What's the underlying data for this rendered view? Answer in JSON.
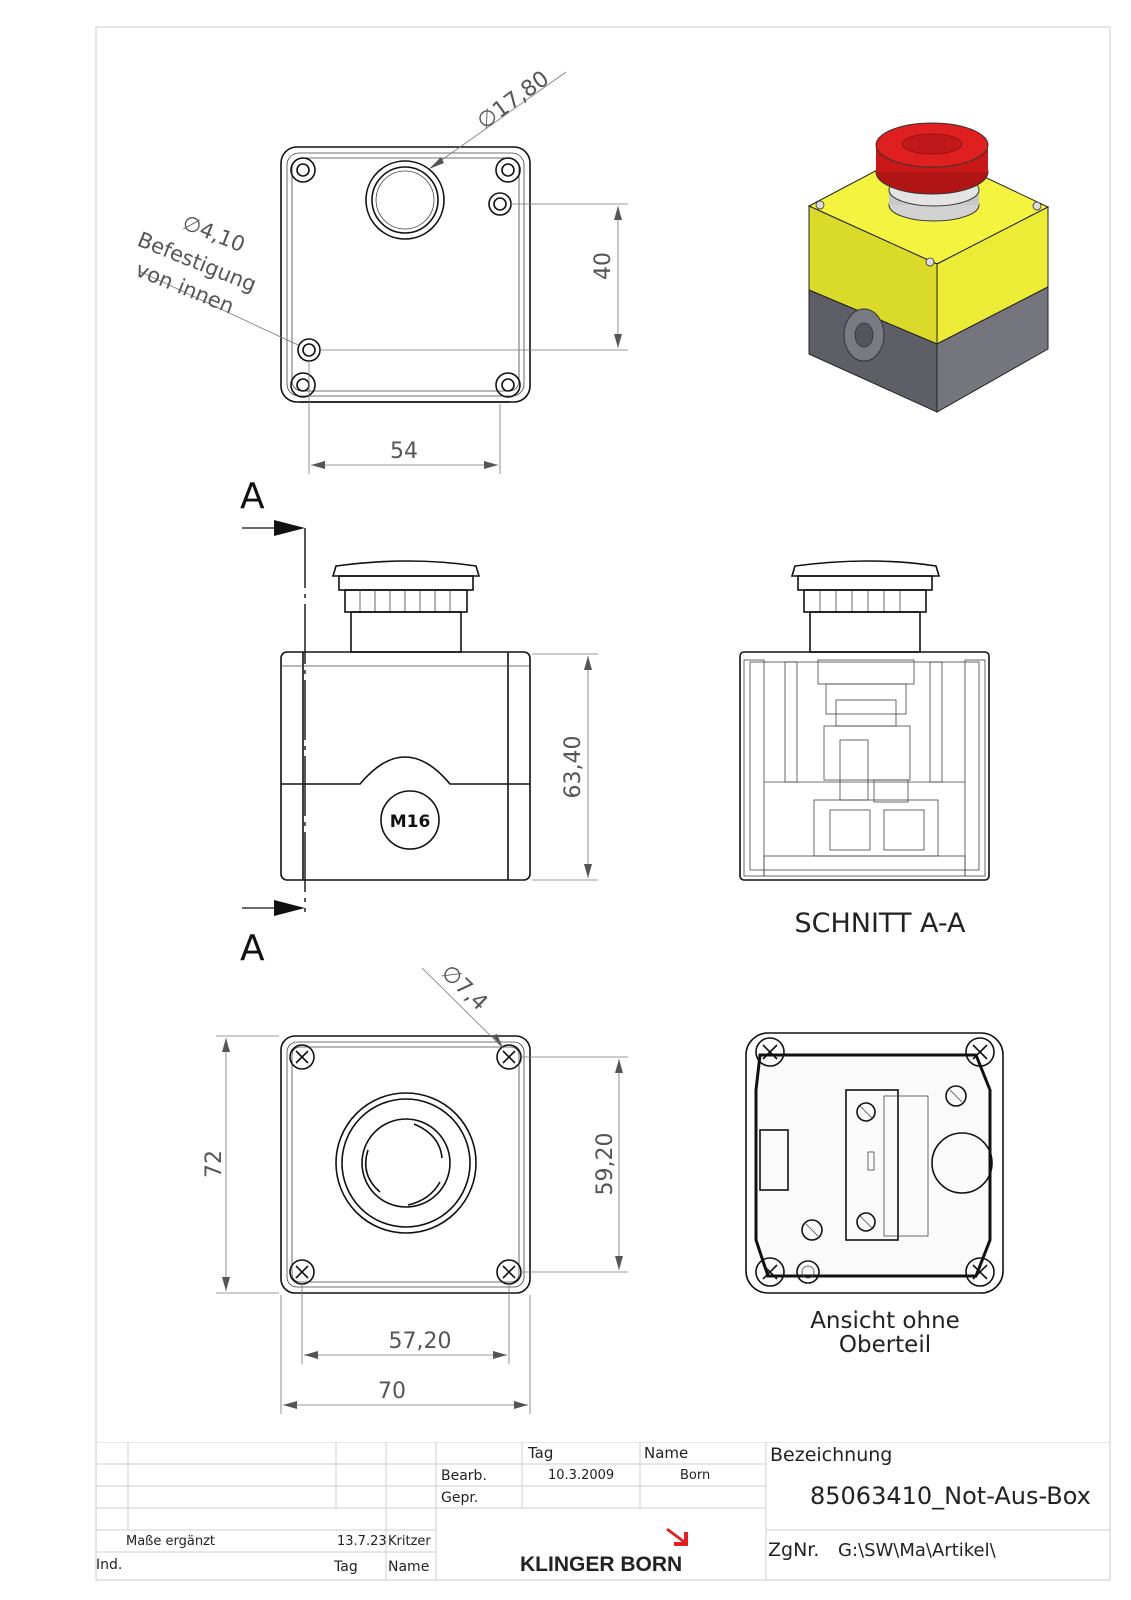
{
  "drawing": {
    "dims": {
      "hole_dia": "∅17,80",
      "fix_dia": "∅4,10",
      "fix_note_1": "Befestigung",
      "fix_note_2": "von innen",
      "d40": "40",
      "d54": "54",
      "d6340": "63,40",
      "d74": "∅7,4",
      "d72": "72",
      "d5920": "59,20",
      "d5720": "57,20",
      "d70": "70"
    },
    "section_mark_top": "A",
    "section_mark_bottom": "A",
    "m16_label": "M16",
    "section_caption": "SCHNITT A-A",
    "inside_caption_1": "Ansicht ohne",
    "inside_caption_2": "Oberteil",
    "colors": {
      "housing_top": "#e9e832",
      "housing_bottom": "#6f6f78",
      "button": "#d81c1c",
      "logo_accent": "#e02020"
    }
  },
  "title_block": {
    "tag_header": "Tag",
    "name_header": "Name",
    "bearb_label": "Bearb.",
    "bearb_date": "10.3.2009",
    "bearb_name": "Born",
    "gepr_label": "Gepr.",
    "revision_text": "Maße ergänzt",
    "revision_date": "13.7.23",
    "revision_name": "Kritzer",
    "ind_label": "Ind.",
    "rev_tag_label": "Tag",
    "rev_name_label": "Name",
    "company": "KLINGER BORN",
    "bezeichnung_label": "Bezeichnung",
    "bezeichnung_value": "85063410_Not-Aus-Box",
    "zgnr_label": "ZgNr.",
    "zgnr_value": "G:\\SW\\Ma\\Artikel\\"
  }
}
